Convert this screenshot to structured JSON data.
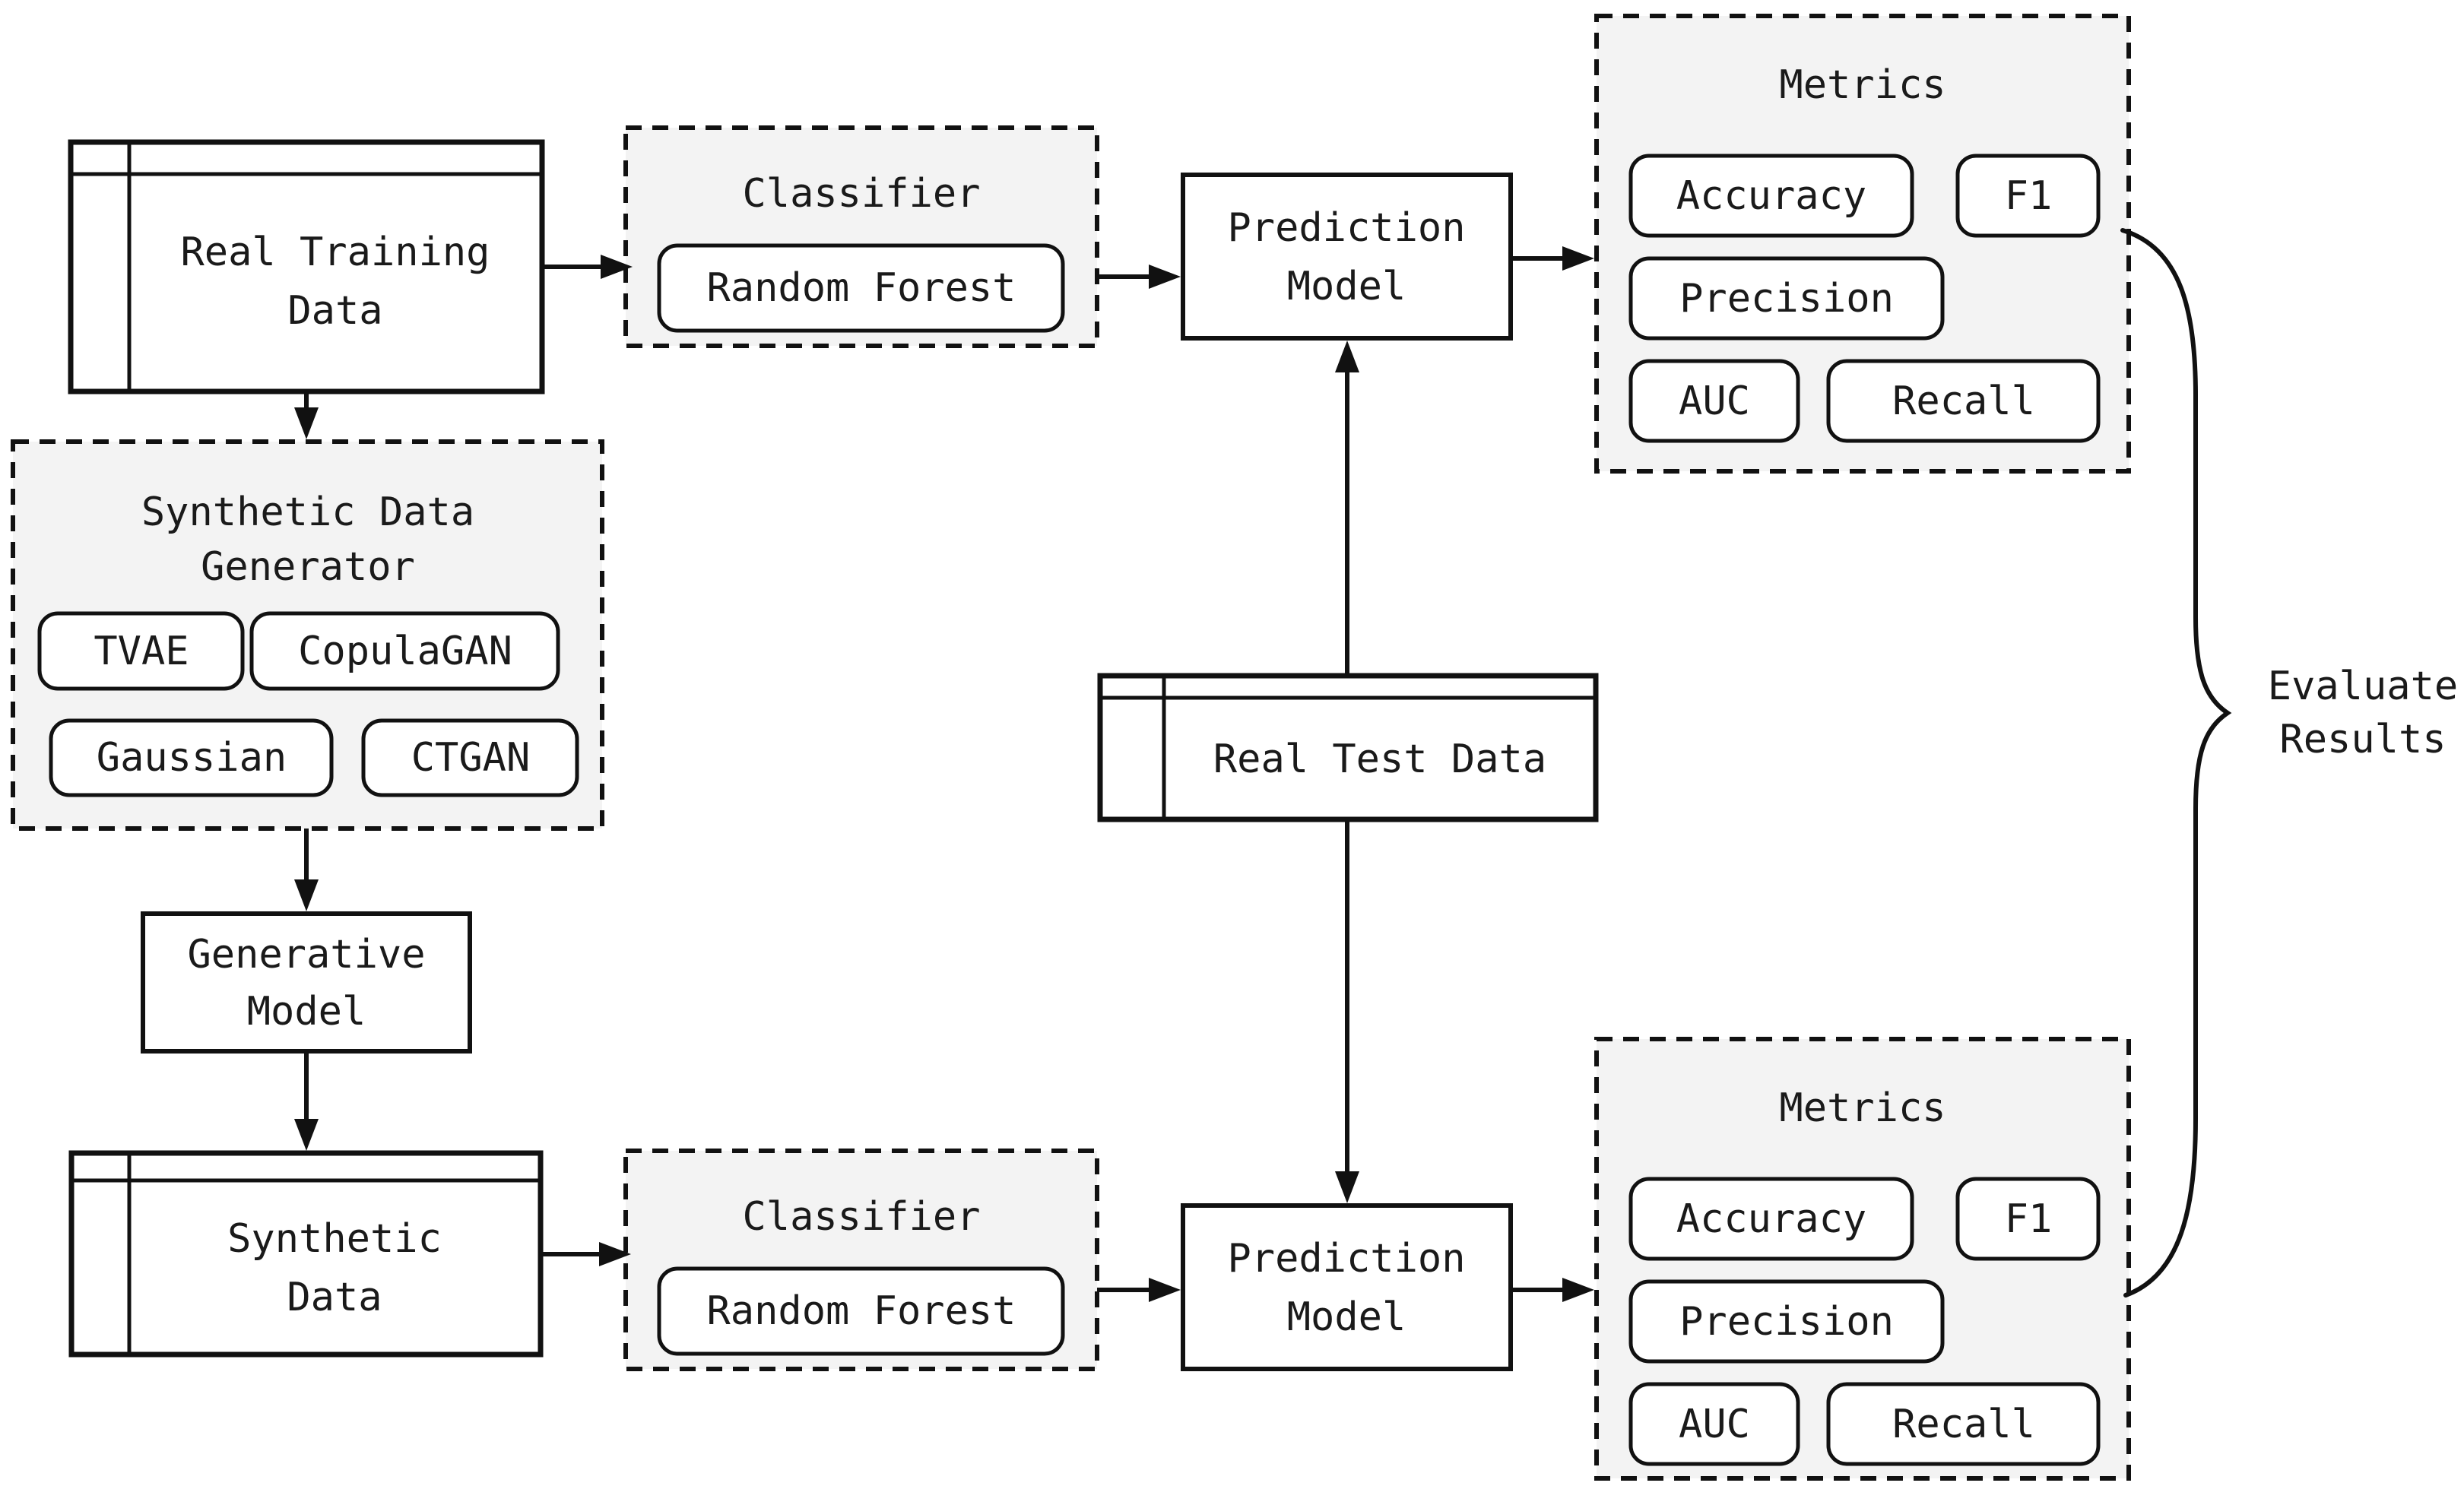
{
  "colors": {
    "bg": "#ffffff",
    "panel": "#f3f3f3",
    "paper": "#ffffff",
    "ink": "#111111",
    "ink2": "#1a1a1a"
  },
  "nodes": {
    "real_training_data": {
      "line1": "Real Training",
      "line2": "Data"
    },
    "synthetic_generator": {
      "title_line1": "Synthetic Data",
      "title_line2": "Generator",
      "chips": [
        "TVAE",
        "CopulaGAN",
        "Gaussian",
        "CTGAN"
      ]
    },
    "generative_model": {
      "line1": "Generative",
      "line2": "Model"
    },
    "synthetic_data": {
      "line1": "Synthetic",
      "line2": "Data"
    },
    "classifier_top": {
      "title": "Classifier",
      "chip": "Random Forest"
    },
    "classifier_bottom": {
      "title": "Classifier",
      "chip": "Random Forest"
    },
    "prediction_model_top": {
      "line1": "Prediction",
      "line2": "Model"
    },
    "prediction_model_bottom": {
      "line1": "Prediction",
      "line2": "Model"
    },
    "real_test_data": {
      "label": "Real Test Data"
    },
    "metrics_top": {
      "title": "Metrics",
      "chips": [
        "Accuracy",
        "F1",
        "Precision",
        "AUC",
        "Recall"
      ]
    },
    "metrics_bottom": {
      "title": "Metrics",
      "chips": [
        "Accuracy",
        "F1",
        "Precision",
        "AUC",
        "Recall"
      ]
    },
    "evaluate": {
      "line1": "Evaluate",
      "line2": "Results"
    }
  }
}
